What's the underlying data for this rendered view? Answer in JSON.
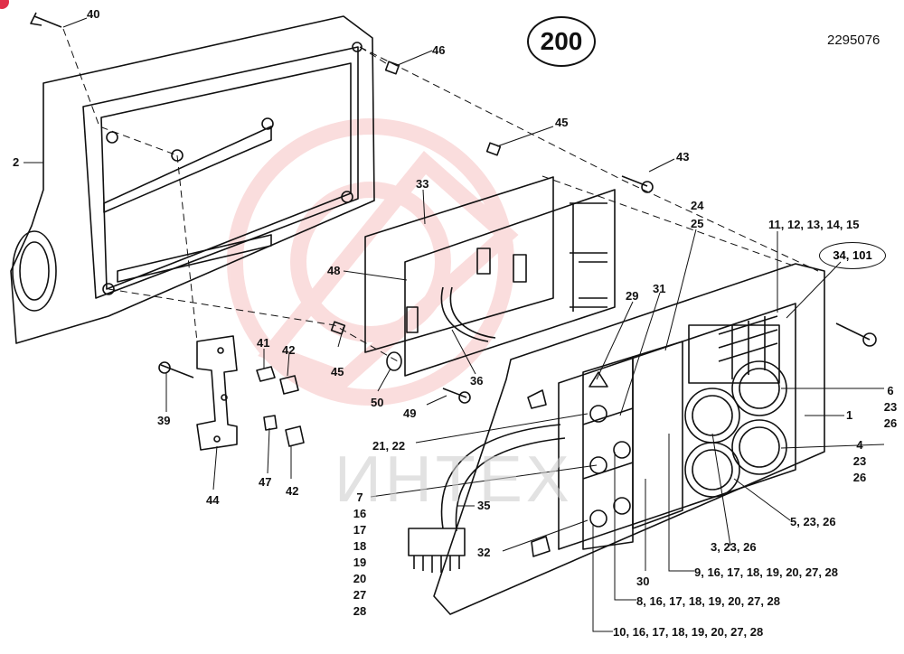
{
  "page_number": "200",
  "drawing_code": "2295076",
  "watermark_text": "ИНТЕХ",
  "callouts": {
    "c40": "40",
    "c46": "46",
    "c45a": "45",
    "c43": "43",
    "c2": "2",
    "c33": "33",
    "c24": "24",
    "c25": "25",
    "c1115": "11, 12, 13, 14, 15",
    "c34101": "34, 101",
    "c48": "48",
    "c29": "29",
    "c31": "31",
    "c45b": "45",
    "c36": "36",
    "c50": "50",
    "c49": "49",
    "c41": "41",
    "c42a": "42",
    "c39": "39",
    "c47": "47",
    "c42b": "42",
    "c44": "44",
    "c2122": "21, 22",
    "c35": "35",
    "c32": "32",
    "c30": "30",
    "c6": [
      "6",
      "23",
      "26"
    ],
    "c1": "1",
    "c4": [
      "4",
      "23",
      "26"
    ],
    "c52326": "5, 23, 26",
    "c32326": "3, 23, 26",
    "c9": "9, 16, 17, 18, 19, 20, 27, 28",
    "c8": "8, 16, 17, 18, 19, 20, 27, 28",
    "c10": "10, 16, 17, 18, 19, 20, 27, 28",
    "c7": [
      "7",
      "16",
      "17",
      "18",
      "19",
      "20",
      "27",
      "28"
    ]
  },
  "colors": {
    "ink": "#111111",
    "watermark": "#f2a0a0",
    "badge": "#e0304a"
  }
}
